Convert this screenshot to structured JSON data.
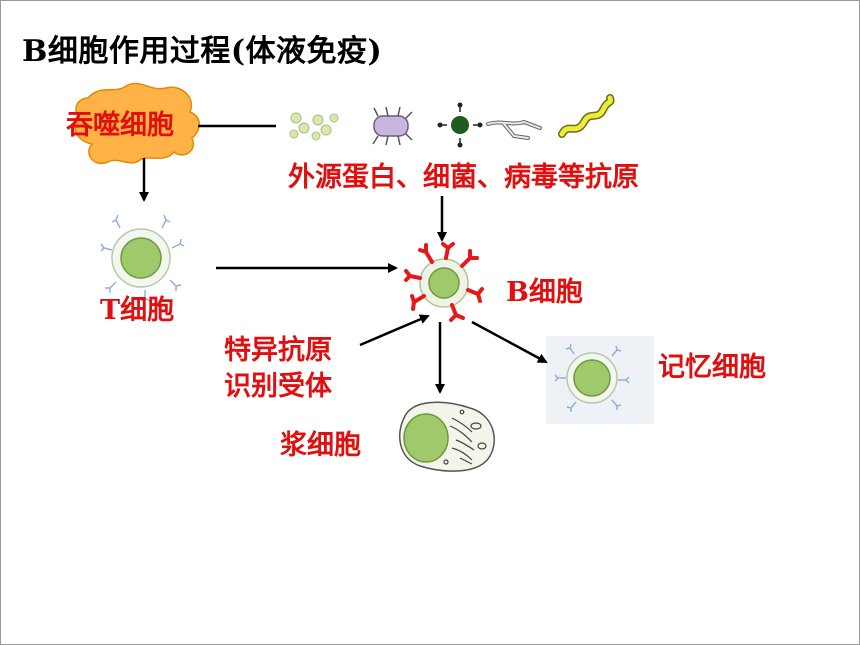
{
  "title": "B细胞作用过程(体液免疫)",
  "labels": {
    "phagocyte": "吞噬细胞",
    "antigens": "外源蛋白、细菌、病毒等抗原",
    "t_cell": "T细胞",
    "b_cell": "B细胞",
    "receptor_line1": "特异抗原",
    "receptor_line2": "识别受体",
    "plasma_cell": "浆细胞",
    "memory_cell": "记忆细胞"
  },
  "colors": {
    "label_red": "#e01010",
    "arrow_black": "#000000",
    "receptor_red": "#e81818",
    "nucleus_green": "#9fc96a",
    "phagocyte_orange": "#ffb347"
  },
  "icons": [
    "virus-cluster-icon",
    "bacterium-icon",
    "virus-icon",
    "filament-icon",
    "spiral-bacterium-icon"
  ]
}
